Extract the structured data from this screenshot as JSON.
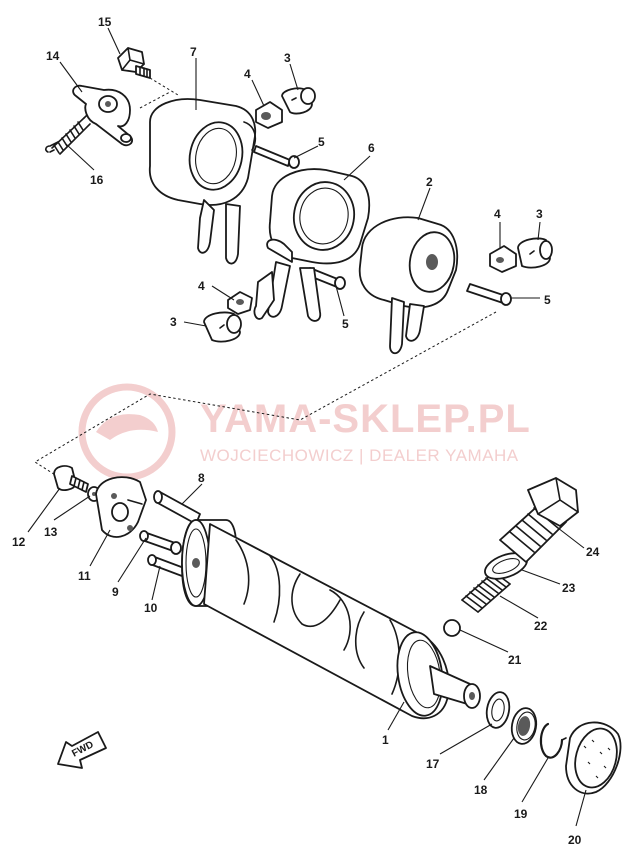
{
  "watermark": {
    "title": "YAMA-SKLEP.PL",
    "subtitle": "WOJCIECHOWICZ | DEALER YAMAHA"
  },
  "direction_label": "FWD",
  "callouts": [
    "1",
    "2",
    "3",
    "3",
    "3",
    "4",
    "4",
    "4",
    "5",
    "5",
    "5",
    "6",
    "7",
    "8",
    "9",
    "10",
    "11",
    "12",
    "13",
    "14",
    "15",
    "16",
    "17",
    "18",
    "19",
    "20",
    "21",
    "22",
    "23",
    "24"
  ]
}
